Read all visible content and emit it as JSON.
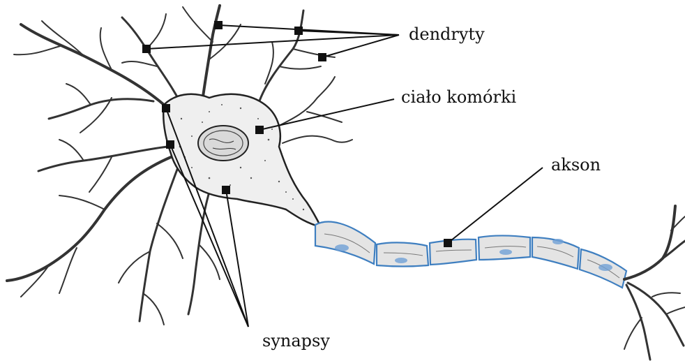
{
  "labels": {
    "dendrites": "dendryty",
    "cell_body": "ciało komórki",
    "axon": "akson",
    "synapses": "synapsy"
  },
  "colors": {
    "myelin_outline": "#3f7fc0",
    "myelin_fill": "#e4e4e4",
    "ink": "#111111"
  }
}
